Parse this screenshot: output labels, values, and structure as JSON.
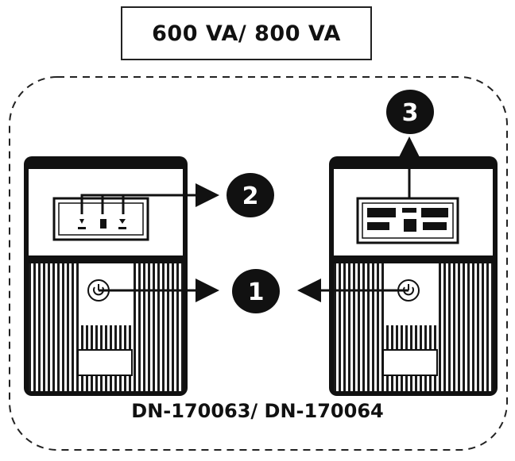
{
  "title": "600 VA/ 800 VA",
  "model": "DN-170063/ DN-170064",
  "callouts": [
    {
      "label": "1",
      "meaning": "power button"
    },
    {
      "label": "2",
      "meaning": "LED indicator panel"
    },
    {
      "label": "3",
      "meaning": "LCD display"
    }
  ],
  "icons": [
    "power-icon",
    "led-indicator-icons",
    "lcd-display"
  ],
  "colors": {
    "ink": "#111111",
    "background": "#ffffff"
  }
}
